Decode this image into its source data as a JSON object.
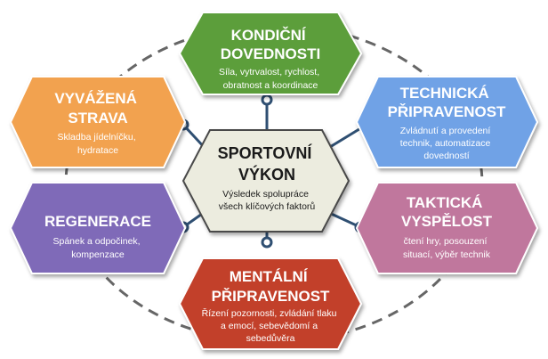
{
  "center": {
    "title_lines": [
      "SPORTOVNÍ",
      "VÝKON"
    ],
    "desc_lines": [
      "Výsledek spolupráce",
      "všech klíčových faktorů"
    ]
  },
  "factors": {
    "kondicni": {
      "title_lines": [
        "KONDIČNÍ",
        "DOVEDNOSTI"
      ],
      "desc_lines": [
        "Síla, vytrvalost, rychlost,",
        "obratnost a koordinace"
      ],
      "color": "#5c9e3a"
    },
    "technicka": {
      "title_lines": [
        "TECHNICKÁ",
        "PŘIPRAVENOST"
      ],
      "desc_lines": [
        "Zvládnutí a provedení",
        "technik, automatizace",
        "dovedností"
      ],
      "color": "#6fa2e6"
    },
    "takticka": {
      "title_lines": [
        "TAKTICKÁ",
        "VYSPĚLOST"
      ],
      "desc_lines": [
        "čtení hry, posouzení",
        "situací, výběr technik"
      ],
      "color": "#c0779d"
    },
    "mentalni": {
      "title_lines": [
        "MENTÁLNÍ",
        "PŘIPRAVENOST"
      ],
      "desc_lines": [
        "Řízení pozornosti, zvládání tlaku",
        "a emocí, sebevědomí a",
        "sebedůvěra"
      ],
      "color": "#c2412a"
    },
    "regenerace": {
      "title_lines": [
        "REGENERACE"
      ],
      "desc_lines": [
        "Spánek a odpočinek,",
        "kompenzace"
      ],
      "color": "#7f6bb8"
    },
    "strava": {
      "title_lines": [
        "VYVÁŽENÁ",
        "STRAVA"
      ],
      "desc_lines": [
        "Skladba jídelníčku,",
        "hydratace"
      ],
      "color": "#f2a24f"
    }
  },
  "center_color": "#ececdf",
  "connector_color": "#2f4f72",
  "ring_color": "#666666"
}
